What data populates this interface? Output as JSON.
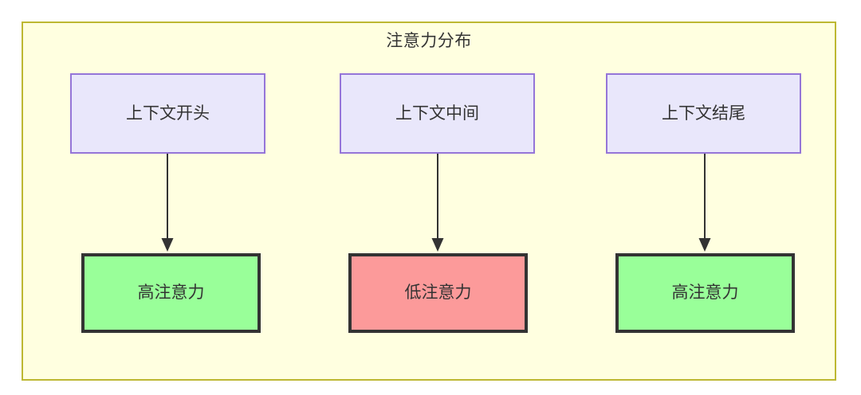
{
  "diagram": {
    "title": "注意力分布",
    "container": {
      "fill": "#ffffe0",
      "border": "#bdb832"
    },
    "top_nodes": [
      {
        "id": "context-start",
        "label": "上下文开头",
        "fill": "#e9e7fb",
        "border": "#9575d8"
      },
      {
        "id": "context-middle",
        "label": "上下文中间",
        "fill": "#e9e7fb",
        "border": "#9575d8"
      },
      {
        "id": "context-end",
        "label": "上下文结尾",
        "fill": "#e9e7fb",
        "border": "#9575d8"
      }
    ],
    "bottom_nodes": [
      {
        "id": "high-attention-start",
        "label": "高注意力",
        "fill": "#99ff99",
        "border": "#333333"
      },
      {
        "id": "low-attention-middle",
        "label": "低注意力",
        "fill": "#fc9a9a",
        "border": "#333333"
      },
      {
        "id": "high-attention-end",
        "label": "高注意力",
        "fill": "#99ff99",
        "border": "#333333"
      }
    ],
    "edges": [
      {
        "id": "edge-start",
        "from": "context-start",
        "to": "high-attention-start",
        "label": "",
        "style": "solid-arrow"
      },
      {
        "id": "edge-middle",
        "from": "context-middle",
        "to": "low-attention-middle",
        "label": "",
        "style": "solid-arrow"
      },
      {
        "id": "edge-end",
        "from": "context-end",
        "to": "high-attention-end",
        "label": "",
        "style": "solid-arrow"
      }
    ]
  }
}
